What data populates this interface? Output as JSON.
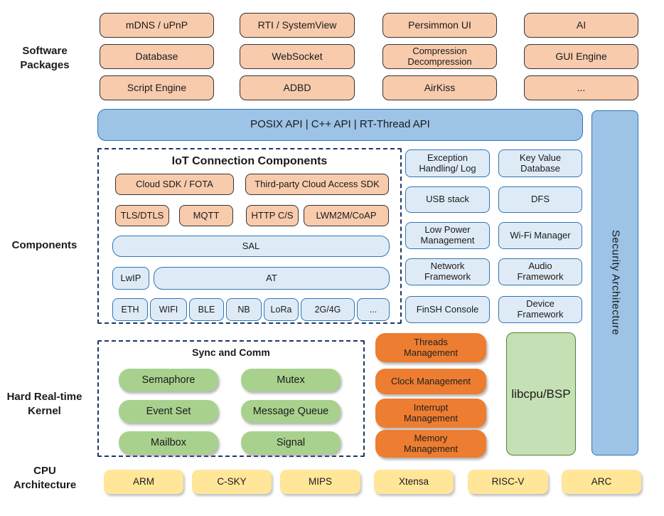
{
  "section_labels": {
    "software": "Software\nPackages",
    "components": "Components",
    "kernel": "Hard Real-time\nKernel",
    "cpu": "CPU\nArchitecture"
  },
  "packages": {
    "items": [
      "mDNS / uPnP",
      "RTI / SystemView",
      "Persimmon UI",
      "AI",
      "Database",
      "WebSocket",
      "Compression\nDecompression",
      "GUI Engine",
      "Script Engine",
      "ADBD",
      "AirKiss",
      "..."
    ]
  },
  "api_bar": {
    "label": "POSIX API | C++ API | RT-Thread API"
  },
  "security": {
    "label": "Security Architecture"
  },
  "iot": {
    "title": "IoT Connection Components",
    "row1": [
      "Cloud SDK / FOTA",
      "Third-party Cloud Access SDK"
    ],
    "row2": [
      "TLS/DTLS",
      "MQTT",
      "HTTP C/S",
      "LWM2M/CoAP"
    ],
    "sal": "SAL",
    "lwip": "LwIP",
    "at": "AT",
    "links": [
      "ETH",
      "WIFI",
      "BLE",
      "NB",
      "LoRa",
      "2G/4G",
      "..."
    ]
  },
  "services": {
    "items": [
      "Exception\nHandling/ Log",
      "Key Value\nDatabase",
      "USB stack",
      "DFS",
      "Low Power\nManagement",
      "Wi-Fi Manager",
      "Network\nFramework",
      "Audio\nFramework",
      "FinSH Console",
      "Device\nFramework"
    ]
  },
  "kernel": {
    "title": "Sync and Comm",
    "sync_items": [
      "Semaphore",
      "Mutex",
      "Event Set",
      "Message Queue",
      "Mailbox",
      "Signal"
    ],
    "mgmt_items": [
      "Threads\nManagement",
      "Clock Management",
      "Interrupt\nManagement",
      "Memory\nManagement"
    ],
    "libcpu": "libcpu/BSP"
  },
  "cpu": {
    "items": [
      "ARM",
      "C-SKY",
      "MIPS",
      "Xtensa",
      "RISC-V",
      "ARC"
    ]
  },
  "colors": {
    "package_fill": "#F8CBAD",
    "package_border": "#333333",
    "api_fill": "#9DC3E6",
    "api_border": "#2E75B6",
    "component_fill": "#DEEBF7",
    "dashed_border": "#1F3864",
    "sync_fill": "#A9D18E",
    "mgmt_fill": "#ED7D31",
    "libcpu_fill": "#C5E0B4",
    "libcpu_border": "#538135",
    "cpu_fill": "#FFE699"
  }
}
